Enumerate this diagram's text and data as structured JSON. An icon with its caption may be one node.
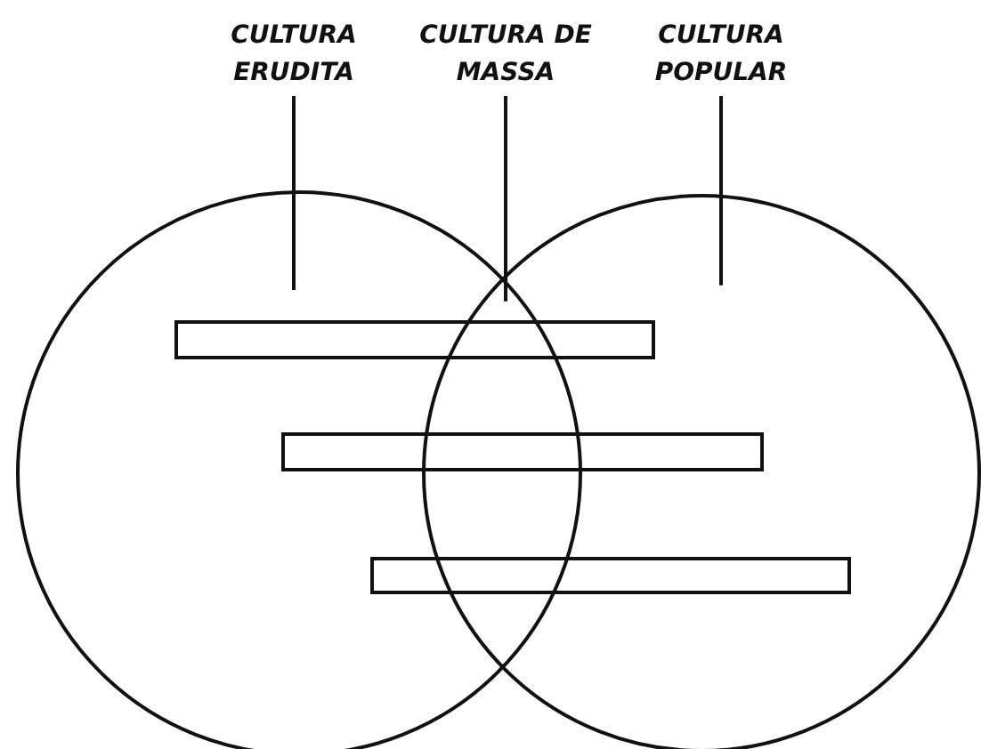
{
  "diagram": {
    "nodes": [
      {
        "text": [
          "CULTURA ERUDITA"
        ]
      },
      {
        "text": [
          "CULTURA DE MASSA"
        ]
      },
      {
        "text": [
          "CULTURA POPULAR"
        ]
      },
      {
        "text": [],
        "shape": "circle"
      },
      {
        "text": [],
        "shape": "circle"
      },
      {
        "text": [],
        "shape": "bar"
      },
      {
        "text": [],
        "shape": "bar"
      },
      {
        "text": [],
        "shape": "bar"
      }
    ],
    "edges": [
      {
        "from": 0,
        "to": 3,
        "arrow": "none"
      },
      {
        "from": 1,
        "to": 4,
        "arrow": "none"
      },
      {
        "from": 2,
        "to": 4,
        "arrow": "none"
      }
    ]
  }
}
